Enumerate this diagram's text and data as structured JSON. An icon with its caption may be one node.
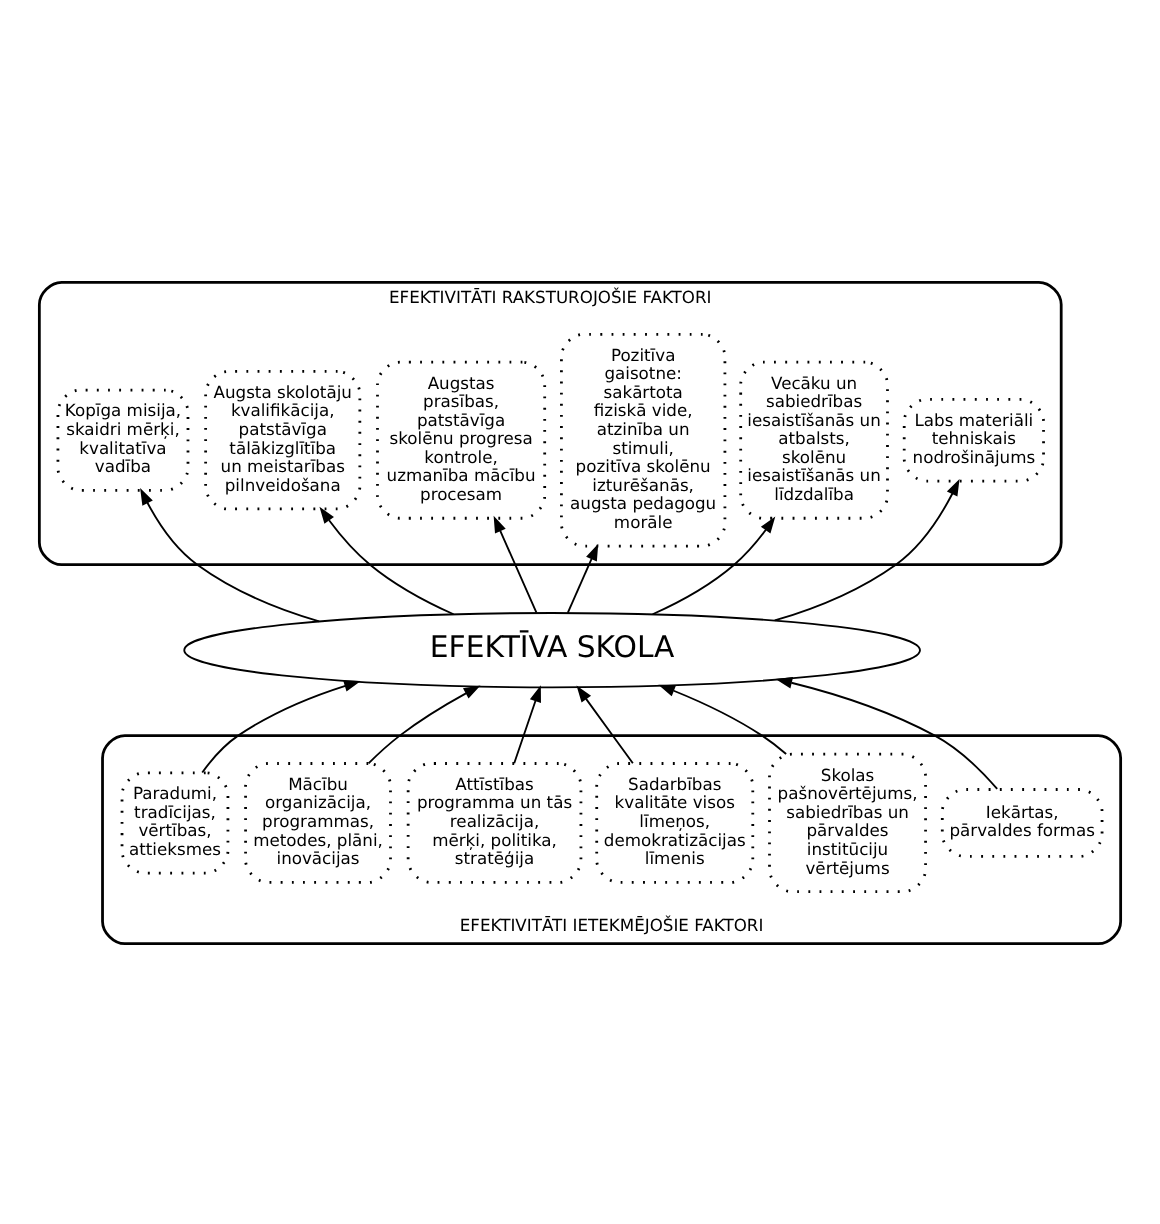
{
  "diagram": {
    "nodes": [
      {
        "text": [
          "EFEKTIVITĀTI RAKSTUROJOŠIE FAKTORI"
        ]
      },
      {
        "text": [
          "Kopīga misija, skaidri mērķi, kvalitatīva vadība"
        ],
        "in": 0
      },
      {
        "text": [
          "Augsta skolotāju kvalifikācija, patstāvīga tālākizglītība un meistarības pilnveidošana"
        ],
        "in": 0
      },
      {
        "text": [
          "Augstas prasības, patstāvīga skolēnu progresa kontrole, uzmanība mācību procesam"
        ],
        "in": 0
      },
      {
        "text": [
          "Pozitīva gaisotne: sakārtota fiziskā vide, atzinība un stimuli, pozitīva skolēnu izturēšanās, augsta pedagogu morāle"
        ],
        "in": 0
      },
      {
        "text": [
          "Vecāku un sabiedrības iesaistīšanās un atbalsts, skolēnu iesaistīšanās un līdzdalība"
        ],
        "in": 0
      },
      {
        "text": [
          "Labs materiāli tehniskais nodrošinājums"
        ],
        "in": 0
      },
      {
        "text": [
          "EFEKTĪVA SKOLA"
        ]
      },
      {
        "text": [
          "EFEKTIVITĀTI IETEKMĒJOŠIE FAKTORI"
        ]
      },
      {
        "text": [
          "Paradumi, tradīcijas, vērtības, attieksmes"
        ],
        "in": 8
      },
      {
        "text": [
          "Mācību organizācija, programmas, metodes, plāni, inovācijas"
        ],
        "in": 8
      },
      {
        "text": [
          "Attīstības programma un tās realizācija, mērķi, politika, stratēģija"
        ],
        "in": 8
      },
      {
        "text": [
          "Sadarbības kvalitāte visos līmeņos, demokratizācijas līmenis"
        ],
        "in": 8
      },
      {
        "text": [
          "Skolas pašnovērtējums, sabiedrības un pārvaldes institūciju vērtējums"
        ],
        "in": 8
      },
      {
        "text": [
          "Iekārtas, pārvaldes formas"
        ],
        "in": 8
      }
    ],
    "edges": [
      {
        "from": 7,
        "to": 1,
        "arrow": "to"
      },
      {
        "from": 7,
        "to": 2,
        "arrow": "to"
      },
      {
        "from": 7,
        "to": 3,
        "arrow": "to"
      },
      {
        "from": 7,
        "to": 4,
        "arrow": "to"
      },
      {
        "from": 7,
        "to": 5,
        "arrow": "to"
      },
      {
        "from": 7,
        "to": 6,
        "arrow": "to"
      },
      {
        "from": 9,
        "to": 7,
        "arrow": "to"
      },
      {
        "from": 10,
        "to": 7,
        "arrow": "to"
      },
      {
        "from": 11,
        "to": 7,
        "arrow": "to"
      },
      {
        "from": 12,
        "to": 7,
        "arrow": "to"
      },
      {
        "from": 13,
        "to": 7,
        "arrow": "to"
      },
      {
        "from": 14,
        "to": 7,
        "arrow": "to"
      }
    ]
  }
}
